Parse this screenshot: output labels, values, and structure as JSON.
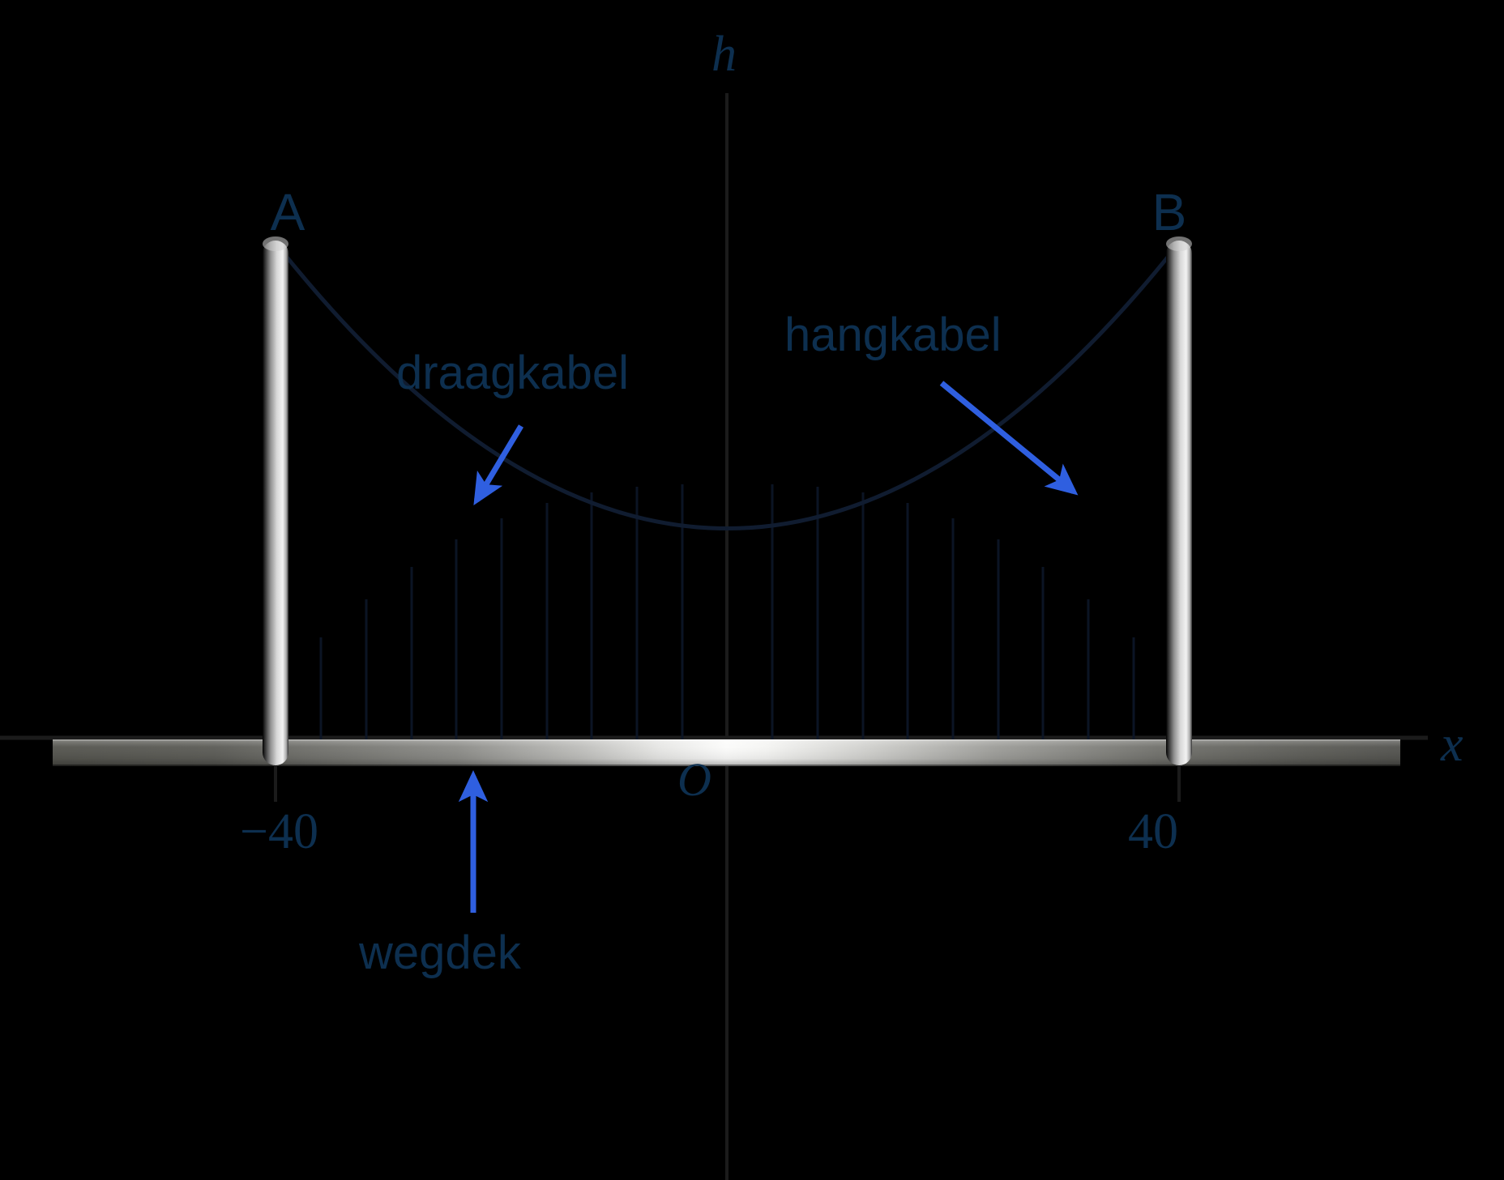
{
  "figure": {
    "title": "Hangbrug met draagkabel, hangkabels en wegdek",
    "background_color": "#000000",
    "label_color": "#0d2f4f",
    "arrow_color": "#2f5fe0",
    "axes": {
      "x_axis_label": "x",
      "y_axis_label": "h",
      "origin_label": "O",
      "x_ticks": [
        {
          "value": -40,
          "label": "−40"
        },
        {
          "value": 40,
          "label": "40"
        }
      ]
    },
    "towers": [
      {
        "name": "A",
        "label": "A",
        "x": -40
      },
      {
        "name": "B",
        "label": "B",
        "x": 40
      }
    ],
    "annotations": [
      {
        "id": "draagkabel",
        "label": "draagkabel"
      },
      {
        "id": "hangkabel",
        "label": "hangkabel"
      },
      {
        "id": "wegdek",
        "label": "wegdek"
      }
    ]
  },
  "chart_data": {
    "type": "line",
    "title": "Hangbrug",
    "xlabel": "x",
    "ylabel": "h",
    "xlim": [
      -55,
      55
    ],
    "ylim": [
      -1.5,
      22
    ],
    "grid": false,
    "legend": null,
    "annotations": [
      {
        "text": "A",
        "x": -40,
        "y": 21
      },
      {
        "text": "B",
        "x": 40,
        "y": 21
      },
      {
        "text": "draagkabel",
        "x": -19,
        "y": 15.5
      },
      {
        "text": "hangkabel",
        "x": 5,
        "y": 17
      },
      {
        "text": "wegdek",
        "x": -16,
        "y": -8.5
      },
      {
        "text": "O",
        "x": -1.5,
        "y": -2.3
      },
      {
        "text": "−40",
        "x": -40,
        "y": -5.5
      },
      {
        "text": "40",
        "x": 40,
        "y": -5.5
      }
    ],
    "series": [
      {
        "name": "draagkabel",
        "type": "line",
        "description": "Parabolic main cable through the tower tops A(-40,18) and B(40,18) with vertex at (0,1)",
        "x": [
          -40,
          -35,
          -30,
          -25,
          -20,
          -15,
          -10,
          -5,
          0,
          5,
          10,
          15,
          20,
          25,
          30,
          35,
          40
        ],
        "y": [
          18.0,
          14.0,
          10.6,
          7.6,
          5.3,
          3.4,
          2.1,
          1.3,
          1.0,
          1.3,
          2.1,
          3.4,
          5.3,
          7.6,
          10.6,
          14.0,
          18.0
        ]
      },
      {
        "name": "wegdek",
        "type": "line",
        "description": "Road deck, horizontal at h = 0",
        "x": [
          -48,
          48
        ],
        "y": [
          0,
          0
        ]
      },
      {
        "name": "hangkabels",
        "type": "segments",
        "description": "Vertical hanger cables from the main cable down to the road deck",
        "x_positions": [
          -36,
          -32,
          -28,
          -24,
          -20,
          -16,
          -12,
          -8,
          -4,
          4,
          8,
          12,
          16,
          20,
          24,
          28,
          32,
          36
        ]
      }
    ],
    "towers": [
      {
        "name": "A",
        "x": -40,
        "height": 18
      },
      {
        "name": "B",
        "x": 40,
        "height": 18
      }
    ]
  }
}
